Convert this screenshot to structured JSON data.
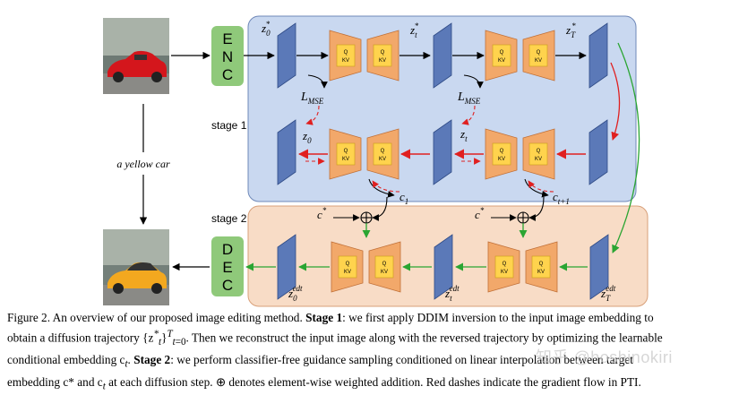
{
  "encoder": {
    "letters": [
      "E",
      "N",
      "C"
    ]
  },
  "decoder": {
    "letters": [
      "D",
      "E",
      "C"
    ]
  },
  "prompt": "a yellow car",
  "stage_labels": {
    "stage1": "stage 1",
    "stage2": "stage 2"
  },
  "unet_block_labels": [
    "Q",
    "KV"
  ],
  "latents": {
    "z0_star": [
      "z",
      "0",
      "*"
    ],
    "zt_star": [
      "z",
      "t",
      "*"
    ],
    "zT_star": [
      "z",
      "T",
      "*"
    ],
    "z0": [
      "z",
      "0"
    ],
    "zt": [
      "z",
      "t"
    ],
    "z0_edt": [
      "z",
      "0",
      "edt"
    ],
    "zt_edt": [
      "z",
      "t",
      "edt"
    ],
    "zT_edt": [
      "z",
      "T",
      "edt"
    ]
  },
  "losses": [
    "L",
    "MSE"
  ],
  "conditions": {
    "c1": [
      "c",
      "1"
    ],
    "ct1": [
      "c",
      "t+1"
    ],
    "cstar": [
      "c",
      "*"
    ]
  },
  "caption": {
    "p1a": "Figure 2. An overview of our proposed image editing method. ",
    "s1": "Stage 1",
    "p1b": ": we first apply DDIM inversion to the input image embedding to",
    "p2": "obtain a diffusion trajectory {z",
    "p2b": "}",
    "p2c": ". Then we reconstruct the input image along with the reversed trajectory by optimizing the learnable",
    "p3a": "conditional embedding c",
    "p3b": ". ",
    "s2": "Stage 2",
    "p3c": ": we perform classifier-free guidance sampling conditioned on linear interpolation between target",
    "p4a": "embedding c* and c",
    "p4b": " at each diffusion step. ⊕ denotes element-wise weighted addition. Red dashes indicate the gradient flow in PTI."
  },
  "watermark": "知乎 @hoshinokiri",
  "colors": {
    "stage1_bg": "#c9d8f0",
    "stage2_bg": "#f8dcc6",
    "latent": "#5b79b8",
    "unet": "#f2a86a",
    "enc": "#8fc97a",
    "green_arrow": "#2aa532",
    "red_arrow": "#e02020"
  }
}
